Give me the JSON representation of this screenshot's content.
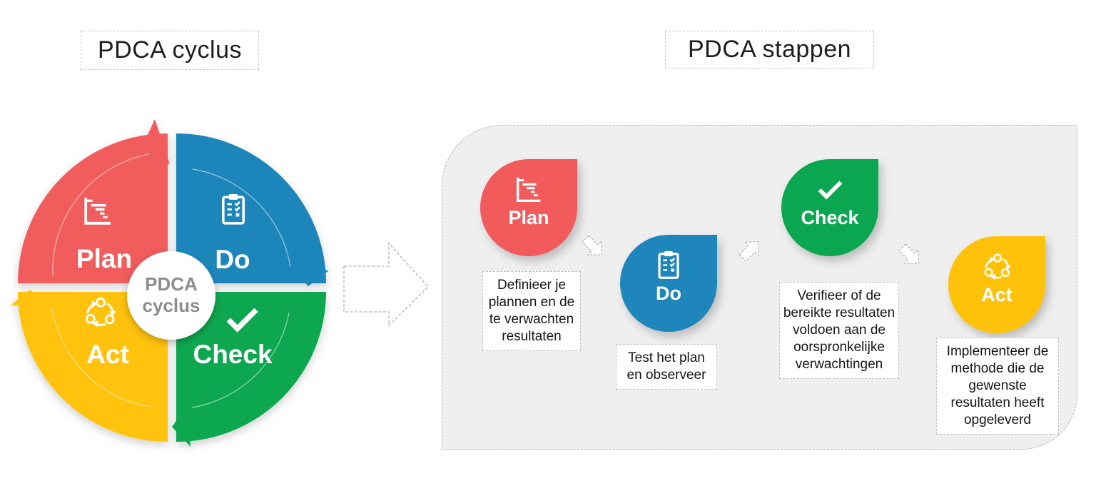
{
  "titles": {
    "left": "PDCA cyclus",
    "right": "PDCA stappen"
  },
  "cycle": {
    "center": {
      "line1": "PDCA",
      "line2": "cyclus"
    },
    "quadrants": [
      {
        "label": "Plan",
        "color": "#F15B5C",
        "icon": "gantt-chart-icon"
      },
      {
        "label": "Do",
        "color": "#1E86BB",
        "icon": "clipboard-checklist-icon"
      },
      {
        "label": "Check",
        "color": "#0BA750",
        "icon": "checkmark-icon"
      },
      {
        "label": "Act",
        "color": "#FFC20B",
        "icon": "cycle-arrows-icon"
      }
    ]
  },
  "steps": [
    {
      "label": "Plan",
      "color": "#F15B5C",
      "icon": "gantt-chart-icon",
      "description": "Definieer je plannen en de te verwachten resultaten"
    },
    {
      "label": "Do",
      "color": "#1E86BB",
      "icon": "clipboard-checklist-icon",
      "description": "Test het plan en observeer"
    },
    {
      "label": "Check",
      "color": "#0BA750",
      "icon": "checkmark-icon",
      "description": "Verifieer of de bereikte resultaten voldoen aan de oorspronkelijke verwachtingen"
    },
    {
      "label": "Act",
      "color": "#FFC20B",
      "icon": "cycle-arrows-icon",
      "description": "Implementeer de methode die de gewenste resultaten heeft opgeleverd"
    }
  ],
  "colors": {
    "panel_bg": "#EFEFEF",
    "center_text": "#8D8D8D"
  }
}
